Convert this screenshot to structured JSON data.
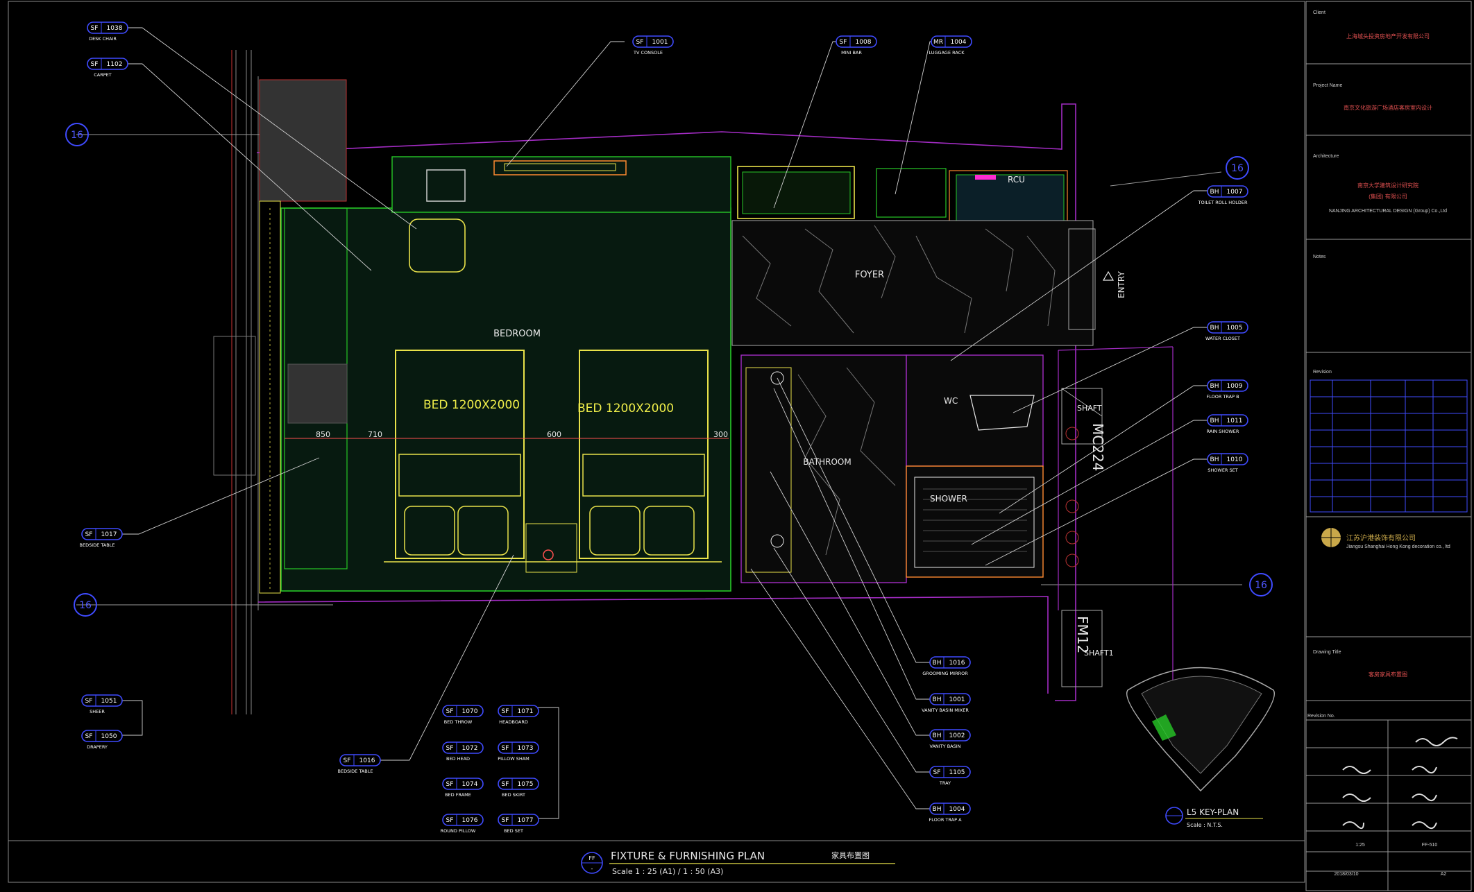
{
  "drawing": {
    "rooms": {
      "bedroom": "BEDROOM",
      "foyer": "FOYER",
      "bathroom": "BATHROOM",
      "wc": "WC",
      "shower": "SHOWER",
      "shaft1": "SHAFT",
      "shaft2": "SHAFT1",
      "entry": "ENTRY",
      "rcu": "RCU"
    },
    "beds": [
      "BED 1200X2000",
      "BED 1200X2000"
    ],
    "dimensions": [
      "850",
      "710",
      "600",
      "300"
    ],
    "grid_bubbles": [
      "16",
      "16",
      "16",
      "16"
    ],
    "mc_text": [
      "MC224",
      "FM12"
    ],
    "tags_left": [
      {
        "code": "SF",
        "num": "1038",
        "label": "DESK CHAIR"
      },
      {
        "code": "SF",
        "num": "1102",
        "label": "CARPET"
      },
      {
        "code": "SF",
        "num": "1017",
        "label": "BEDSIDE TABLE"
      },
      {
        "code": "SF",
        "num": "1051",
        "label": "SHEER"
      },
      {
        "code": "SF",
        "num": "1050",
        "label": "DRAPERY"
      }
    ],
    "tags_top": [
      {
        "code": "SF",
        "num": "1001",
        "label": "TV CONSOLE"
      },
      {
        "code": "SF",
        "num": "1008",
        "label": "MINI BAR"
      },
      {
        "code": "MR",
        "num": "1004",
        "label": "LUGGAGE RACK"
      }
    ],
    "tags_right": [
      {
        "code": "BH",
        "num": "1007",
        "label": "TOILET ROLL HOLDER"
      },
      {
        "code": "BH",
        "num": "1005",
        "label": "WATER CLOSET"
      },
      {
        "code": "BH",
        "num": "1009",
        "label": "FLOOR TRAP B"
      },
      {
        "code": "BH",
        "num": "1011",
        "label": "RAIN SHOWER"
      },
      {
        "code": "BH",
        "num": "1010",
        "label": "SHOWER SET"
      }
    ],
    "tags_bath": [
      {
        "code": "BH",
        "num": "1016",
        "label": "GROOMING MIRROR"
      },
      {
        "code": "BH",
        "num": "1001",
        "label": "VANITY BASIN MIXER"
      },
      {
        "code": "BH",
        "num": "1002",
        "label": "VANITY BASIN"
      },
      {
        "code": "SF",
        "num": "1105",
        "label": "TRAY"
      },
      {
        "code": "BH",
        "num": "1004",
        "label": "FLOOR TRAP A"
      }
    ],
    "tag_bench": {
      "code": "SF",
      "num": "1016",
      "label": "BEDSIDE TABLE"
    },
    "tags_bed": [
      {
        "code": "SF",
        "num": "1070",
        "label": "BED THROW"
      },
      {
        "code": "SF",
        "num": "1071",
        "label": "HEADBOARD"
      },
      {
        "code": "SF",
        "num": "1072",
        "label": "BED HEAD"
      },
      {
        "code": "SF",
        "num": "1073",
        "label": "PILLOW SHAM"
      },
      {
        "code": "SF",
        "num": "1074",
        "label": "BED FRAME"
      },
      {
        "code": "SF",
        "num": "1075",
        "label": "BED SKIRT"
      },
      {
        "code": "SF",
        "num": "1076",
        "label": "ROUND PILLOW"
      },
      {
        "code": "SF",
        "num": "1077",
        "label": "BED SET"
      }
    ],
    "key_plan": {
      "title": "L5 KEY-PLAN",
      "scale": "Scale : N.T.S."
    },
    "title": {
      "main": "FIXTURE & FURNISHING PLAN",
      "cn": "家具布置图",
      "scale": "Scale 1 : 25 (A1) / 1 : 50 (A3)",
      "bubble_top": "FF",
      "bubble_bottom": "-"
    }
  },
  "title_block": {
    "client_label": "Client",
    "client_value": "上海城头投资房地产开发有限公司",
    "project_label": "Project Name",
    "project_value": "南京文化旅游广场酒店客房室内设计",
    "arch_label": "Architecture",
    "arch_value": "南京大学建筑设计研究院",
    "arch_value2": "(集团) 有限公司",
    "arch_value3": "NANJING ARCHITECTURAL DESIGN (Group) Co.,Ltd",
    "notes_label": "Notes",
    "revision_label": "Revision",
    "company_cn": "江苏沪港装饰有限公司",
    "company_en": "Jiangsu Shanghai Hong Kong decoration co., ltd",
    "drawing_title_label": "Drawing Title",
    "drawing_title_value": "客房家具布置图",
    "revision_no_label": "Revision No.",
    "scale_value": "1:25",
    "drawing_no": "FF-510",
    "date": "2018/03/10",
    "size": "A2"
  }
}
